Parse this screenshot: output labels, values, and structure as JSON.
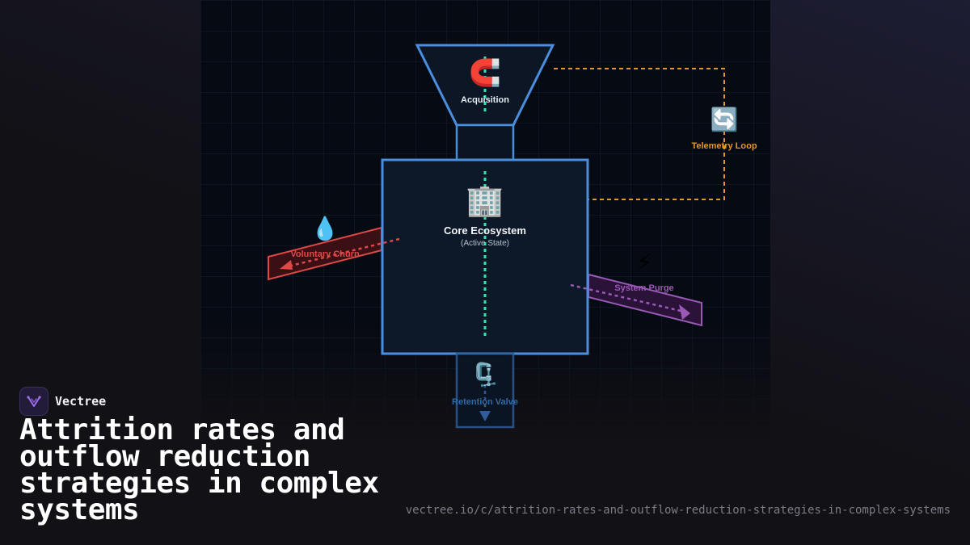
{
  "brand": {
    "name": "Vectree"
  },
  "headline": "Attrition rates and outflow reduction strategies in complex systems",
  "source_url": "vectree.io/c/attrition-rates-and-outflow-reduction-strategies-in-complex-systems",
  "diagram": {
    "acquisition": {
      "label": "Acquisition",
      "icon": "magnet-icon"
    },
    "core": {
      "label": "Core Ecosystem",
      "sublabel": "(Active State)",
      "icon": "office-building-icon"
    },
    "churn": {
      "label": "Voluntary Churn",
      "icon": "droplet-icon"
    },
    "purge": {
      "label": "System Purge",
      "icon": "lightning-icon"
    },
    "telemetry": {
      "label": "Telemetry Loop",
      "icon": "refresh-icon"
    },
    "retention": {
      "label": "Retention Valve",
      "icon": "clamp-icon"
    }
  },
  "colors": {
    "funnel_stroke": "#4a8ee0",
    "flow_line": "#2ee6b0",
    "telemetry": "#e8962a",
    "churn": "#e04848",
    "purge": "#9b59b6",
    "retention": "#3a6fb0"
  }
}
